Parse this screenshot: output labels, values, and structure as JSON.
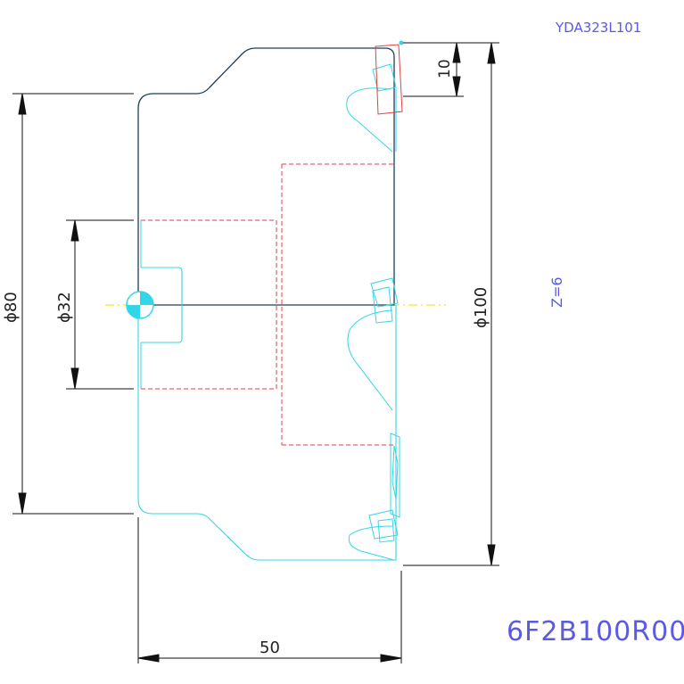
{
  "drawing": {
    "code_top": "YDA323L101",
    "code_bottom": "6F2B100R00",
    "teeth_label": "Z=6"
  },
  "dimensions": {
    "d80": "ϕ80",
    "d32": "ϕ32",
    "d100": "ϕ100",
    "h10": "10",
    "w50": "50"
  },
  "colors": {
    "outline_dark": "#1e3f5a",
    "outline_cyan": "#33d6e6",
    "hidden_red": "#e04040",
    "dim_black": "#111111",
    "centerline_yellow": "#e6e600",
    "text_blue": "#5a5ae6"
  }
}
